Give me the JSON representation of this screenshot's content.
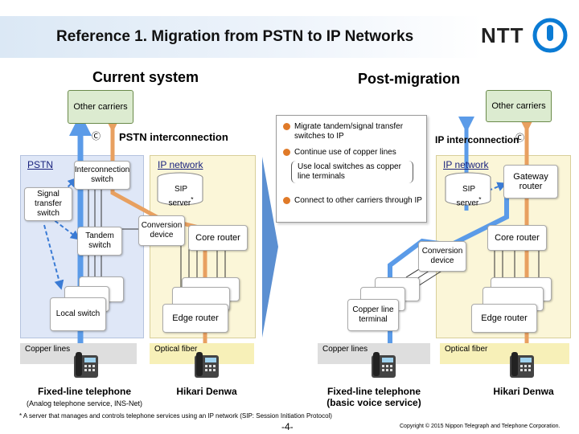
{
  "title": "Reference 1. Migration from PSTN to IP Networks",
  "logo": {
    "text": "NTT",
    "icon": "ntt-logo-icon"
  },
  "left": {
    "heading": "Current system",
    "other_carriers": "Other carriers",
    "interconnection_label": "PSTN interconnection",
    "interconnection_mark": "Ⓒ",
    "pstn_label": "PSTN",
    "ip_label": "IP network",
    "interconnection_switch": "Interconnection switch",
    "signal_transfer_switch": "Signal transfer switch",
    "tandem_switch": "Tandem switch",
    "local_switch": "Local switch",
    "sip_server": "SIP server",
    "sip_mark": "*",
    "conversion_device": "Conversion device",
    "core_router": "Core router",
    "edge_router": "Edge router",
    "copper_lines": "Copper lines",
    "optical_fiber": "Optical fiber",
    "caption_pstn": "Fixed-line telephone",
    "caption_pstn_sub": "(Analog telephone service, INS-Net)",
    "caption_ip": "Hikari Denwa"
  },
  "right": {
    "heading": "Post-migration",
    "other_carriers": "Other carriers",
    "interconnection_label": "IP interconnection",
    "interconnection_mark": "Ⓒ",
    "ip_label": "IP network",
    "gateway_router": "Gateway router",
    "sip_server": "SIP server",
    "sip_mark": "*",
    "conversion_device": "Conversion device",
    "core_router": "Core router",
    "copper_line_terminal": "Copper line terminal",
    "edge_router": "Edge router",
    "copper_lines": "Copper lines",
    "optical_fiber": "Optical fiber",
    "caption_pstn": "Fixed-line telephone",
    "caption_pstn_sub": "(basic voice service)",
    "caption_ip": "Hikari Denwa"
  },
  "notes": [
    "Migrate tandem/signal transfer switches to IP",
    "Continue use of copper lines",
    "Use local switches as copper line terminals",
    "Connect to other carriers through IP"
  ],
  "footnote": "*  A server that manages and controls telephone services using an IP network   (SIP: Session Initiation Protocol)",
  "page_number": "-4-",
  "copyright": "Copyright © 2015 Nippon Telegraph and Telephone Corporation.",
  "colors": {
    "pstn_bg": "#dfe7f7",
    "ip_bg": "#fbf6d8",
    "blue_arrow": "#5b9be8",
    "orange_arrow": "#e8a060",
    "carrier_bg": "#dcebd0",
    "transition_arrow": "#5b8fd1"
  }
}
